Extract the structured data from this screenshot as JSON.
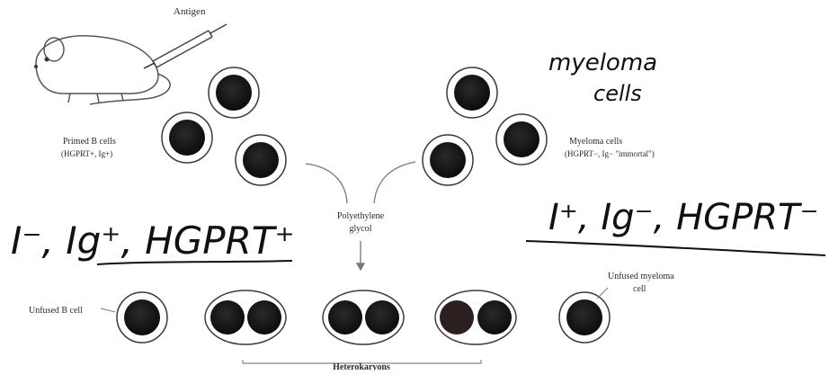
{
  "labels": {
    "antigen": "Antigen",
    "primed_b_cells": "Primed B cells",
    "primed_b_cells_markers": "(HGPRT+, Ig+)",
    "myeloma_cells": "Myeloma cells",
    "myeloma_cells_markers": "(HGPRT−, Ig− \"immortal\")",
    "fusion_agent_line1": "Polyethylene",
    "fusion_agent_line2": "glycol",
    "unfused_b_cell": "Unfused B cell",
    "unfused_myeloma_line1": "Unfused myeloma",
    "unfused_myeloma_line2": "cell",
    "heterokaryons": "Heterokaryons"
  },
  "handwriting": {
    "myeloma_line1": "myeloma",
    "myeloma_line2": "cells",
    "left_annotation": "I⁻, Ig⁺, HGPRT⁺",
    "right_annotation": "I⁺, Ig⁻, HGPRT⁻"
  },
  "colors": {
    "nucleus": "#151515",
    "membrane": "#3a3a3a",
    "ink": "#111111",
    "print_text": "#2a2a2a"
  }
}
